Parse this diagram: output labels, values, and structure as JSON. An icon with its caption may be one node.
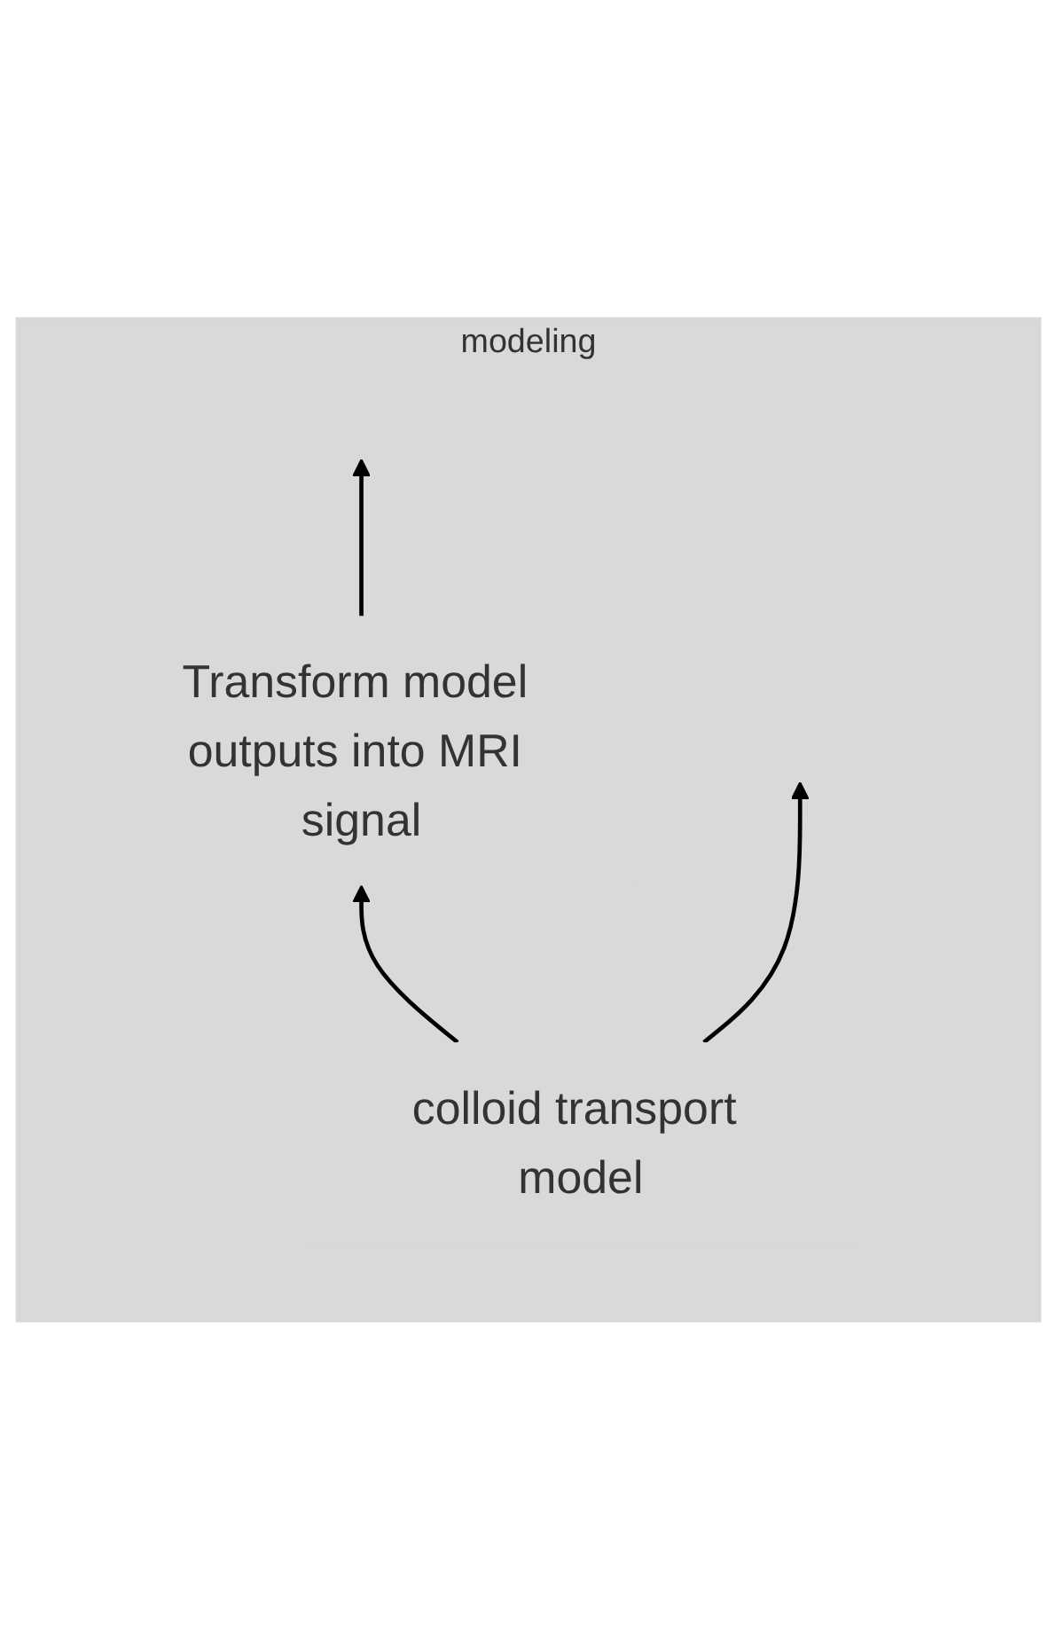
{
  "diagram": {
    "nodes": [
      {
        "text": [
          "modeling"
        ]
      },
      {
        "text": [
          "Transform model outputs into MRI signal"
        ],
        "in": 0
      },
      {
        "text": [
          "colloid transport model"
        ],
        "in": 0
      }
    ],
    "edges": [
      {
        "from": 2,
        "to": 1,
        "arrow": "to"
      },
      {
        "from": 1,
        "to": null,
        "arrow": "to"
      },
      {
        "from": 2,
        "to": null,
        "arrow": "to"
      }
    ]
  }
}
